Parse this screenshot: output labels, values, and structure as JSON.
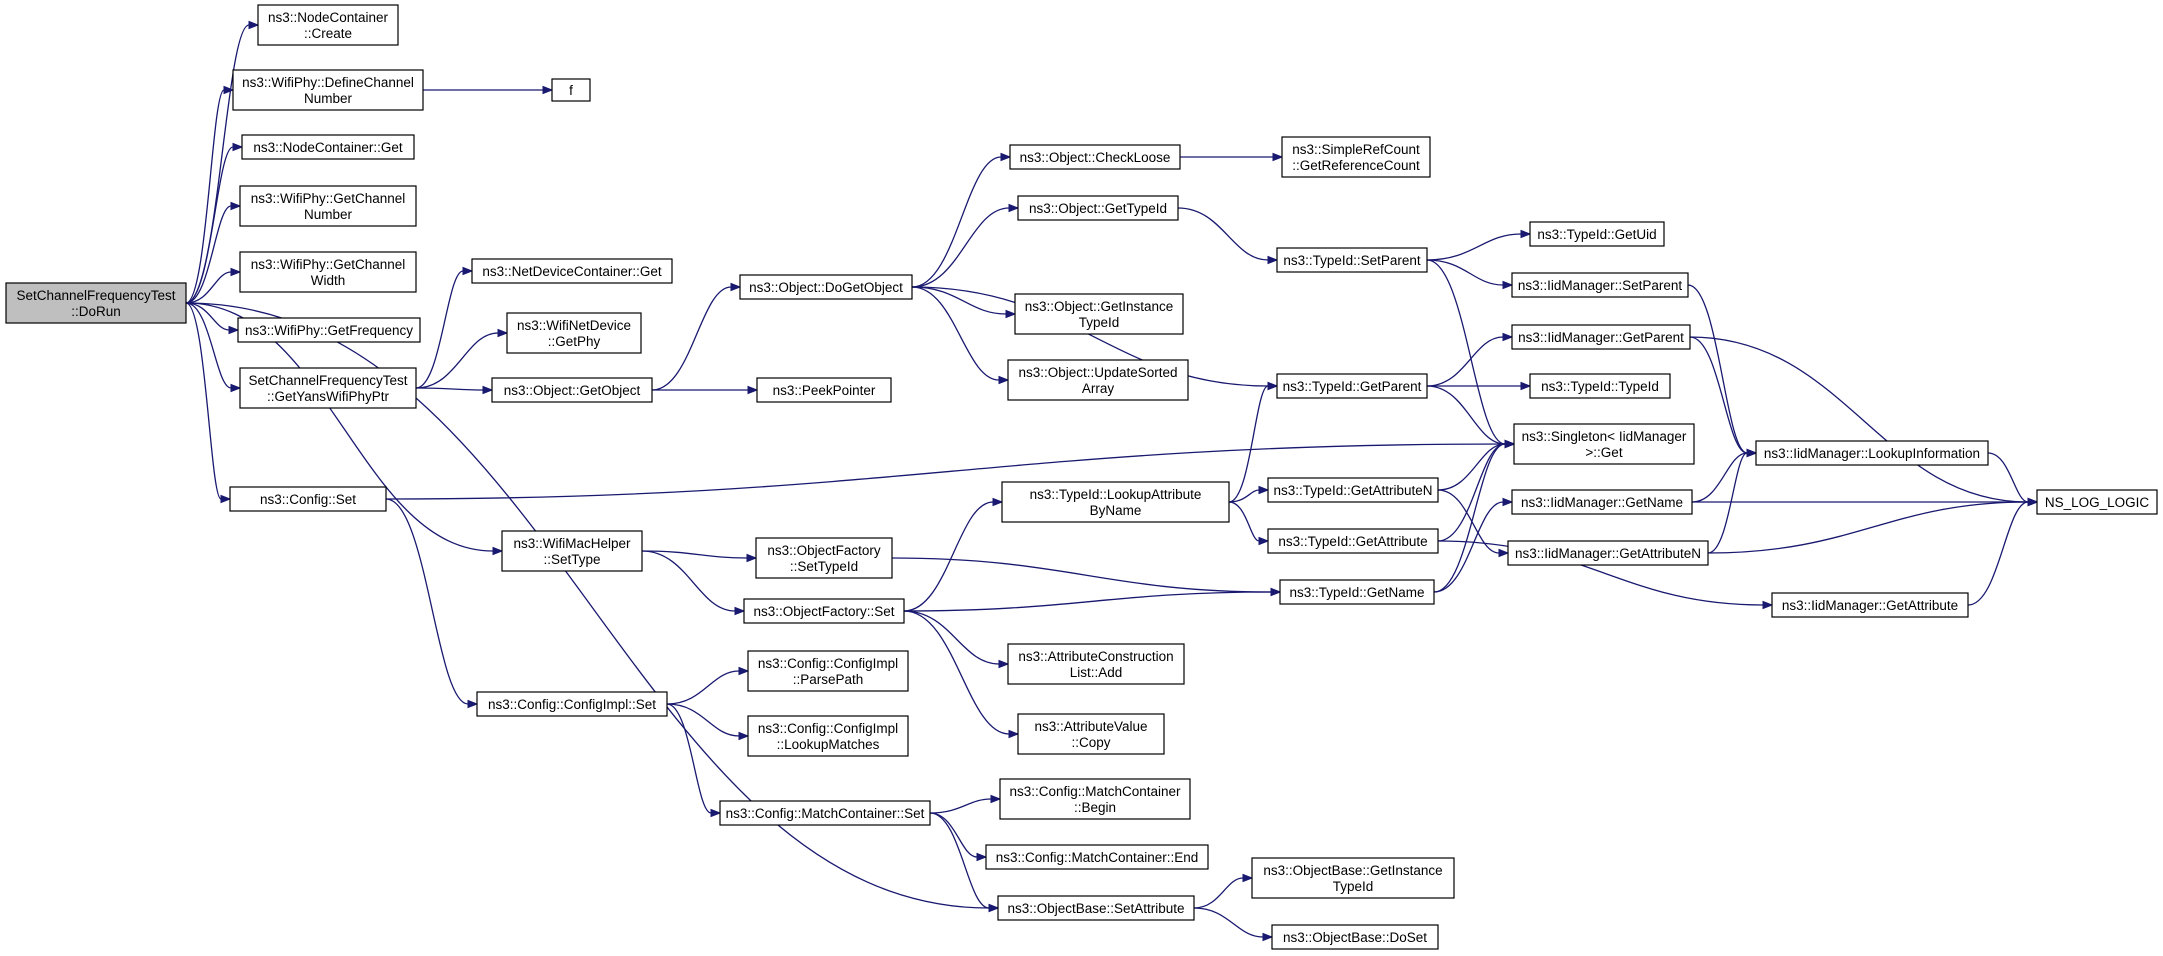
{
  "graph": {
    "nodes": [
      {
        "id": "root",
        "lines": [
          "SetChannelFrequencyTest",
          "::DoRun"
        ],
        "root": true
      },
      {
        "id": "nc_create",
        "lines": [
          "ns3::NodeContainer",
          "::Create"
        ]
      },
      {
        "id": "wp_define",
        "lines": [
          "ns3::WifiPhy::DefineChannel",
          "Number"
        ]
      },
      {
        "id": "f",
        "lines": [
          "f"
        ]
      },
      {
        "id": "nc_get",
        "lines": [
          "ns3::NodeContainer::Get"
        ]
      },
      {
        "id": "wp_getnum",
        "lines": [
          "ns3::WifiPhy::GetChannel",
          "Number"
        ]
      },
      {
        "id": "wp_getwidth",
        "lines": [
          "ns3::WifiPhy::GetChannel",
          "Width"
        ]
      },
      {
        "id": "wp_getfreq",
        "lines": [
          "ns3::WifiPhy::GetFrequency"
        ]
      },
      {
        "id": "yans",
        "lines": [
          "SetChannelFrequencyTest",
          "::GetYansWifiPhyPtr"
        ]
      },
      {
        "id": "cfg_set",
        "lines": [
          "ns3::Config::Set"
        ]
      },
      {
        "id": "ndc_get",
        "lines": [
          "ns3::NetDeviceContainer::Get"
        ]
      },
      {
        "id": "wnd_getphy",
        "lines": [
          "ns3::WifiNetDevice",
          "::GetPhy"
        ]
      },
      {
        "id": "obj_getobject",
        "lines": [
          "ns3::Object::GetObject"
        ]
      },
      {
        "id": "macset",
        "lines": [
          "ns3::WifiMacHelper",
          "::SetType"
        ]
      },
      {
        "id": "cimpl_set",
        "lines": [
          "ns3::Config::ConfigImpl::Set"
        ]
      },
      {
        "id": "dogetobject",
        "lines": [
          "ns3::Object::DoGetObject"
        ]
      },
      {
        "id": "peek",
        "lines": [
          "ns3::PeekPointer"
        ]
      },
      {
        "id": "of_settypeid",
        "lines": [
          "ns3::ObjectFactory",
          "::SetTypeId"
        ]
      },
      {
        "id": "of_set",
        "lines": [
          "ns3::ObjectFactory::Set"
        ]
      },
      {
        "id": "parsepath",
        "lines": [
          "ns3::Config::ConfigImpl",
          "::ParsePath"
        ]
      },
      {
        "id": "lookupmatches",
        "lines": [
          "ns3::Config::ConfigImpl",
          "::LookupMatches"
        ]
      },
      {
        "id": "mc_set",
        "lines": [
          "ns3::Config::MatchContainer::Set"
        ]
      },
      {
        "id": "checkloose",
        "lines": [
          "ns3::Object::CheckLoose"
        ]
      },
      {
        "id": "obj_gettypeid",
        "lines": [
          "ns3::Object::GetTypeId"
        ]
      },
      {
        "id": "obj_getinstance",
        "lines": [
          "ns3::Object::GetInstance",
          "TypeId"
        ]
      },
      {
        "id": "obj_updatesorted",
        "lines": [
          "ns3::Object::UpdateSorted",
          "Array"
        ]
      },
      {
        "id": "lookupattr",
        "lines": [
          "ns3::TypeId::LookupAttribute",
          "ByName"
        ]
      },
      {
        "id": "acl_add",
        "lines": [
          "ns3::AttributeConstruction",
          "List::Add"
        ]
      },
      {
        "id": "av_copy",
        "lines": [
          "ns3::AttributeValue",
          "::Copy"
        ]
      },
      {
        "id": "mc_begin",
        "lines": [
          "ns3::Config::MatchContainer",
          "::Begin"
        ]
      },
      {
        "id": "mc_end",
        "lines": [
          "ns3::Config::MatchContainer::End"
        ]
      },
      {
        "id": "ob_setattr",
        "lines": [
          "ns3::ObjectBase::SetAttribute"
        ]
      },
      {
        "id": "refcount",
        "lines": [
          "ns3::SimpleRefCount",
          "::GetReferenceCount"
        ]
      },
      {
        "id": "tid_setparent",
        "lines": [
          "ns3::TypeId::SetParent"
        ]
      },
      {
        "id": "tid_getparent",
        "lines": [
          "ns3::TypeId::GetParent"
        ]
      },
      {
        "id": "tid_getattrn",
        "lines": [
          "ns3::TypeId::GetAttributeN"
        ]
      },
      {
        "id": "tid_getattr",
        "lines": [
          "ns3::TypeId::GetAttribute"
        ]
      },
      {
        "id": "tid_getname",
        "lines": [
          "ns3::TypeId::GetName"
        ]
      },
      {
        "id": "ob_getinstance",
        "lines": [
          "ns3::ObjectBase::GetInstance",
          "TypeId"
        ]
      },
      {
        "id": "ob_doset",
        "lines": [
          "ns3::ObjectBase::DoSet"
        ]
      },
      {
        "id": "tid_getuid",
        "lines": [
          "ns3::TypeId::GetUid"
        ]
      },
      {
        "id": "iid_setparent",
        "lines": [
          "ns3::IidManager::SetParent"
        ]
      },
      {
        "id": "iid_getparent",
        "lines": [
          "ns3::IidManager::GetParent"
        ]
      },
      {
        "id": "tid_typeid",
        "lines": [
          "ns3::TypeId::TypeId"
        ]
      },
      {
        "id": "singleton",
        "lines": [
          "ns3::Singleton< IidManager",
          " >::Get"
        ]
      },
      {
        "id": "iid_getname",
        "lines": [
          "ns3::IidManager::GetName"
        ]
      },
      {
        "id": "iid_getattrn",
        "lines": [
          "ns3::IidManager::GetAttributeN"
        ]
      },
      {
        "id": "iid_getattr",
        "lines": [
          "ns3::IidManager::GetAttribute"
        ]
      },
      {
        "id": "iid_lookup",
        "lines": [
          "ns3::IidManager::LookupInformation"
        ]
      },
      {
        "id": "nslog",
        "lines": [
          "NS_LOG_LOGIC"
        ]
      }
    ],
    "edges": [
      [
        "root",
        "nc_create"
      ],
      [
        "root",
        "wp_define"
      ],
      [
        "root",
        "nc_get"
      ],
      [
        "root",
        "wp_getnum"
      ],
      [
        "root",
        "wp_getwidth"
      ],
      [
        "root",
        "wp_getfreq"
      ],
      [
        "root",
        "yans"
      ],
      [
        "root",
        "cfg_set"
      ],
      [
        "root",
        "macset"
      ],
      [
        "root",
        "ob_setattr"
      ],
      [
        "wp_define",
        "f"
      ],
      [
        "yans",
        "ndc_get"
      ],
      [
        "yans",
        "wnd_getphy"
      ],
      [
        "yans",
        "obj_getobject"
      ],
      [
        "obj_getobject",
        "dogetobject"
      ],
      [
        "obj_getobject",
        "peek"
      ],
      [
        "cfg_set",
        "singleton"
      ],
      [
        "cfg_set",
        "cimpl_set"
      ],
      [
        "macset",
        "of_settypeid"
      ],
      [
        "macset",
        "of_set"
      ],
      [
        "cimpl_set",
        "parsepath"
      ],
      [
        "cimpl_set",
        "lookupmatches"
      ],
      [
        "cimpl_set",
        "mc_set"
      ],
      [
        "dogetobject",
        "checkloose"
      ],
      [
        "dogetobject",
        "obj_gettypeid"
      ],
      [
        "dogetobject",
        "obj_getinstance"
      ],
      [
        "dogetobject",
        "obj_updatesorted"
      ],
      [
        "dogetobject",
        "tid_getparent"
      ],
      [
        "checkloose",
        "refcount"
      ],
      [
        "obj_gettypeid",
        "tid_setparent"
      ],
      [
        "of_settypeid",
        "tid_getname"
      ],
      [
        "of_set",
        "lookupattr"
      ],
      [
        "of_set",
        "tid_getname"
      ],
      [
        "of_set",
        "acl_add"
      ],
      [
        "of_set",
        "av_copy"
      ],
      [
        "mc_set",
        "mc_begin"
      ],
      [
        "mc_set",
        "mc_end"
      ],
      [
        "mc_set",
        "ob_setattr"
      ],
      [
        "ob_setattr",
        "ob_getinstance"
      ],
      [
        "ob_setattr",
        "ob_doset"
      ],
      [
        "lookupattr",
        "tid_getparent"
      ],
      [
        "lookupattr",
        "tid_getattrn"
      ],
      [
        "lookupattr",
        "tid_getattr"
      ],
      [
        "tid_setparent",
        "tid_getuid"
      ],
      [
        "tid_setparent",
        "iid_setparent"
      ],
      [
        "tid_setparent",
        "singleton"
      ],
      [
        "tid_getparent",
        "iid_getparent"
      ],
      [
        "tid_getparent",
        "tid_typeid"
      ],
      [
        "tid_getparent",
        "singleton"
      ],
      [
        "tid_getattrn",
        "singleton"
      ],
      [
        "tid_getattrn",
        "iid_getattrn"
      ],
      [
        "tid_getattr",
        "singleton"
      ],
      [
        "tid_getattr",
        "iid_getattr"
      ],
      [
        "tid_getname",
        "singleton"
      ],
      [
        "tid_getname",
        "iid_getname"
      ],
      [
        "iid_setparent",
        "iid_lookup"
      ],
      [
        "iid_getparent",
        "iid_lookup"
      ],
      [
        "iid_getparent",
        "nslog"
      ],
      [
        "iid_getname",
        "iid_lookup"
      ],
      [
        "iid_getname",
        "nslog"
      ],
      [
        "iid_getattrn",
        "iid_lookup"
      ],
      [
        "iid_getattrn",
        "nslog"
      ],
      [
        "iid_getattr",
        "nslog"
      ],
      [
        "iid_lookup",
        "nslog"
      ]
    ]
  }
}
